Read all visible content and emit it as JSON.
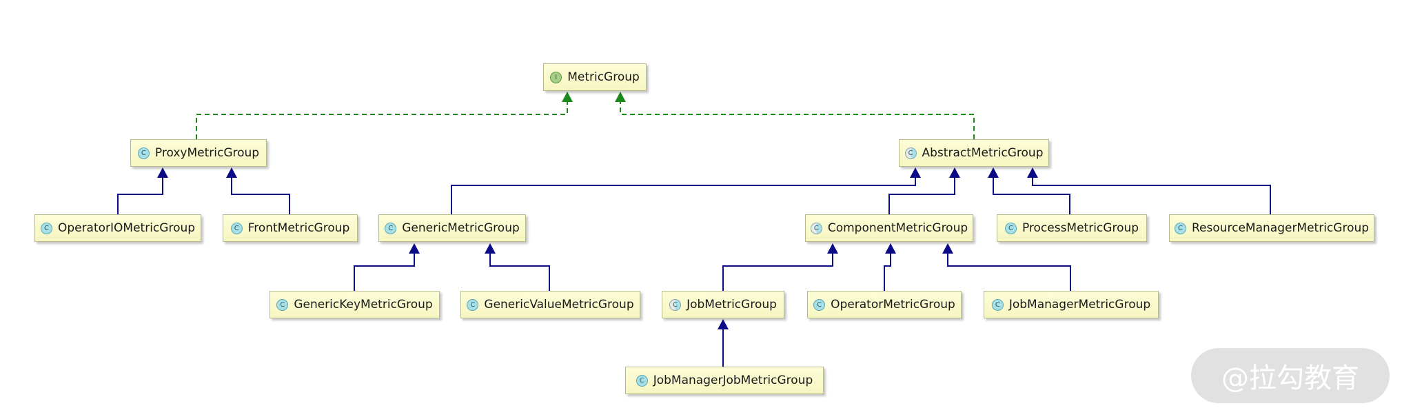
{
  "nodes": [
    {
      "id": "MetricGroup",
      "label": "MetricGroup",
      "kind": "interface",
      "badge": "I"
    },
    {
      "id": "ProxyMetricGroup",
      "label": "ProxyMetricGroup",
      "kind": "class",
      "badge": "C"
    },
    {
      "id": "AbstractMetricGroup",
      "label": "AbstractMetricGroup",
      "kind": "abstract",
      "badge": "C"
    },
    {
      "id": "OperatorIOMetricGroup",
      "label": "OperatorIOMetricGroup",
      "kind": "class",
      "badge": "C"
    },
    {
      "id": "FrontMetricGroup",
      "label": "FrontMetricGroup",
      "kind": "class",
      "badge": "C"
    },
    {
      "id": "GenericMetricGroup",
      "label": "GenericMetricGroup",
      "kind": "class",
      "badge": "C"
    },
    {
      "id": "ComponentMetricGroup",
      "label": "ComponentMetricGroup",
      "kind": "abstract",
      "badge": "C"
    },
    {
      "id": "ProcessMetricGroup",
      "label": "ProcessMetricGroup",
      "kind": "class",
      "badge": "C"
    },
    {
      "id": "ResourceManagerMetricGroup",
      "label": "ResourceManagerMetricGroup",
      "kind": "class",
      "badge": "C"
    },
    {
      "id": "GenericKeyMetricGroup",
      "label": "GenericKeyMetricGroup",
      "kind": "class",
      "badge": "C"
    },
    {
      "id": "GenericValueMetricGroup",
      "label": "GenericValueMetricGroup",
      "kind": "class",
      "badge": "C"
    },
    {
      "id": "JobMetricGroup",
      "label": "JobMetricGroup",
      "kind": "abstract",
      "badge": "C"
    },
    {
      "id": "OperatorMetricGroup",
      "label": "OperatorMetricGroup",
      "kind": "class",
      "badge": "C"
    },
    {
      "id": "JobManagerMetricGroup",
      "label": "JobManagerMetricGroup",
      "kind": "class",
      "badge": "C"
    },
    {
      "id": "JobManagerJobMetricGroup",
      "label": "JobManagerJobMetricGroup",
      "kind": "class",
      "badge": "C"
    }
  ],
  "edges": [
    {
      "from": "ProxyMetricGroup",
      "to": "MetricGroup",
      "type": "implements"
    },
    {
      "from": "AbstractMetricGroup",
      "to": "MetricGroup",
      "type": "implements"
    },
    {
      "from": "OperatorIOMetricGroup",
      "to": "ProxyMetricGroup",
      "type": "extends"
    },
    {
      "from": "FrontMetricGroup",
      "to": "ProxyMetricGroup",
      "type": "extends"
    },
    {
      "from": "GenericMetricGroup",
      "to": "AbstractMetricGroup",
      "type": "extends"
    },
    {
      "from": "ComponentMetricGroup",
      "to": "AbstractMetricGroup",
      "type": "extends"
    },
    {
      "from": "ProcessMetricGroup",
      "to": "AbstractMetricGroup",
      "type": "extends"
    },
    {
      "from": "ResourceManagerMetricGroup",
      "to": "AbstractMetricGroup",
      "type": "extends"
    },
    {
      "from": "GenericKeyMetricGroup",
      "to": "GenericMetricGroup",
      "type": "extends"
    },
    {
      "from": "GenericValueMetricGroup",
      "to": "GenericMetricGroup",
      "type": "extends"
    },
    {
      "from": "JobMetricGroup",
      "to": "ComponentMetricGroup",
      "type": "extends"
    },
    {
      "from": "OperatorMetricGroup",
      "to": "ComponentMetricGroup",
      "type": "extends"
    },
    {
      "from": "JobManagerMetricGroup",
      "to": "ComponentMetricGroup",
      "type": "extends"
    },
    {
      "from": "JobManagerJobMetricGroup",
      "to": "JobMetricGroup",
      "type": "extends"
    }
  ],
  "colors": {
    "extends": "#0b0b86",
    "implements": "#1a8a1a"
  },
  "watermark": "@拉勾教育"
}
